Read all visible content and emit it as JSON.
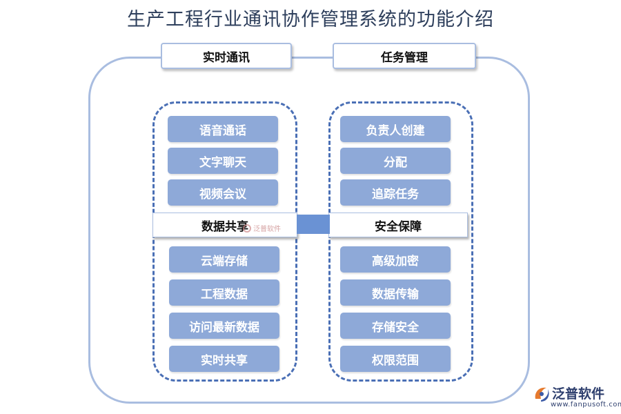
{
  "title": "生产工程行业通讯协作管理系统的功能介绍",
  "tabs": {
    "left": "实时通讯",
    "right": "任务管理"
  },
  "left_top_items": [
    "语音通话",
    "文字聊天",
    "视频会议"
  ],
  "left_mid": "数据共享",
  "left_bottom_items": [
    "云端存储",
    "工程数据",
    "访问最新数据",
    "实时共享"
  ],
  "right_top_items": [
    "负责人创建",
    "分配",
    "追踪任务"
  ],
  "right_mid": "安全保障",
  "right_bottom_items": [
    "高级加密",
    "数据传输",
    "存储安全",
    "权限范围"
  ],
  "watermark": "泛普软件",
  "logo": {
    "name": "泛普软件",
    "url": "www.fanpusoft.com"
  },
  "colors": {
    "item_fill": "#8ea9d8",
    "outline": "#a9bde0",
    "dashed_border": "#4a6fb5",
    "connector": "#6a92d4",
    "title": "#2e3f5c"
  }
}
